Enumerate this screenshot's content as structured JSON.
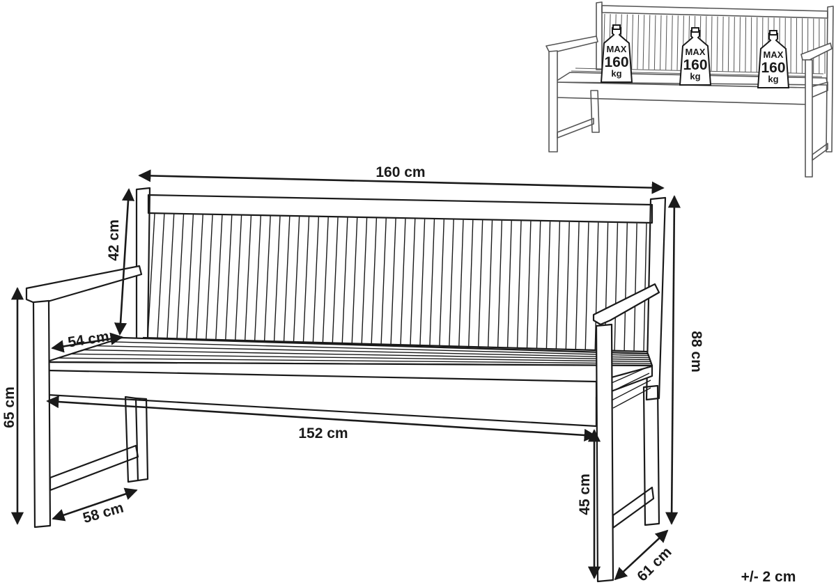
{
  "dimensions": {
    "overall_width": "160 cm",
    "backrest_height": "42 cm",
    "seat_depth": "54 cm",
    "armrest_height": "65 cm",
    "overall_height": "88 cm",
    "seat_width": "152 cm",
    "side_depth": "58 cm",
    "seat_height": "45 cm",
    "overall_depth": "61 cm"
  },
  "tolerance": "+/- 2 cm",
  "max_load": {
    "max_label": "MAX",
    "value": "160",
    "unit": "kg",
    "count": 3
  }
}
